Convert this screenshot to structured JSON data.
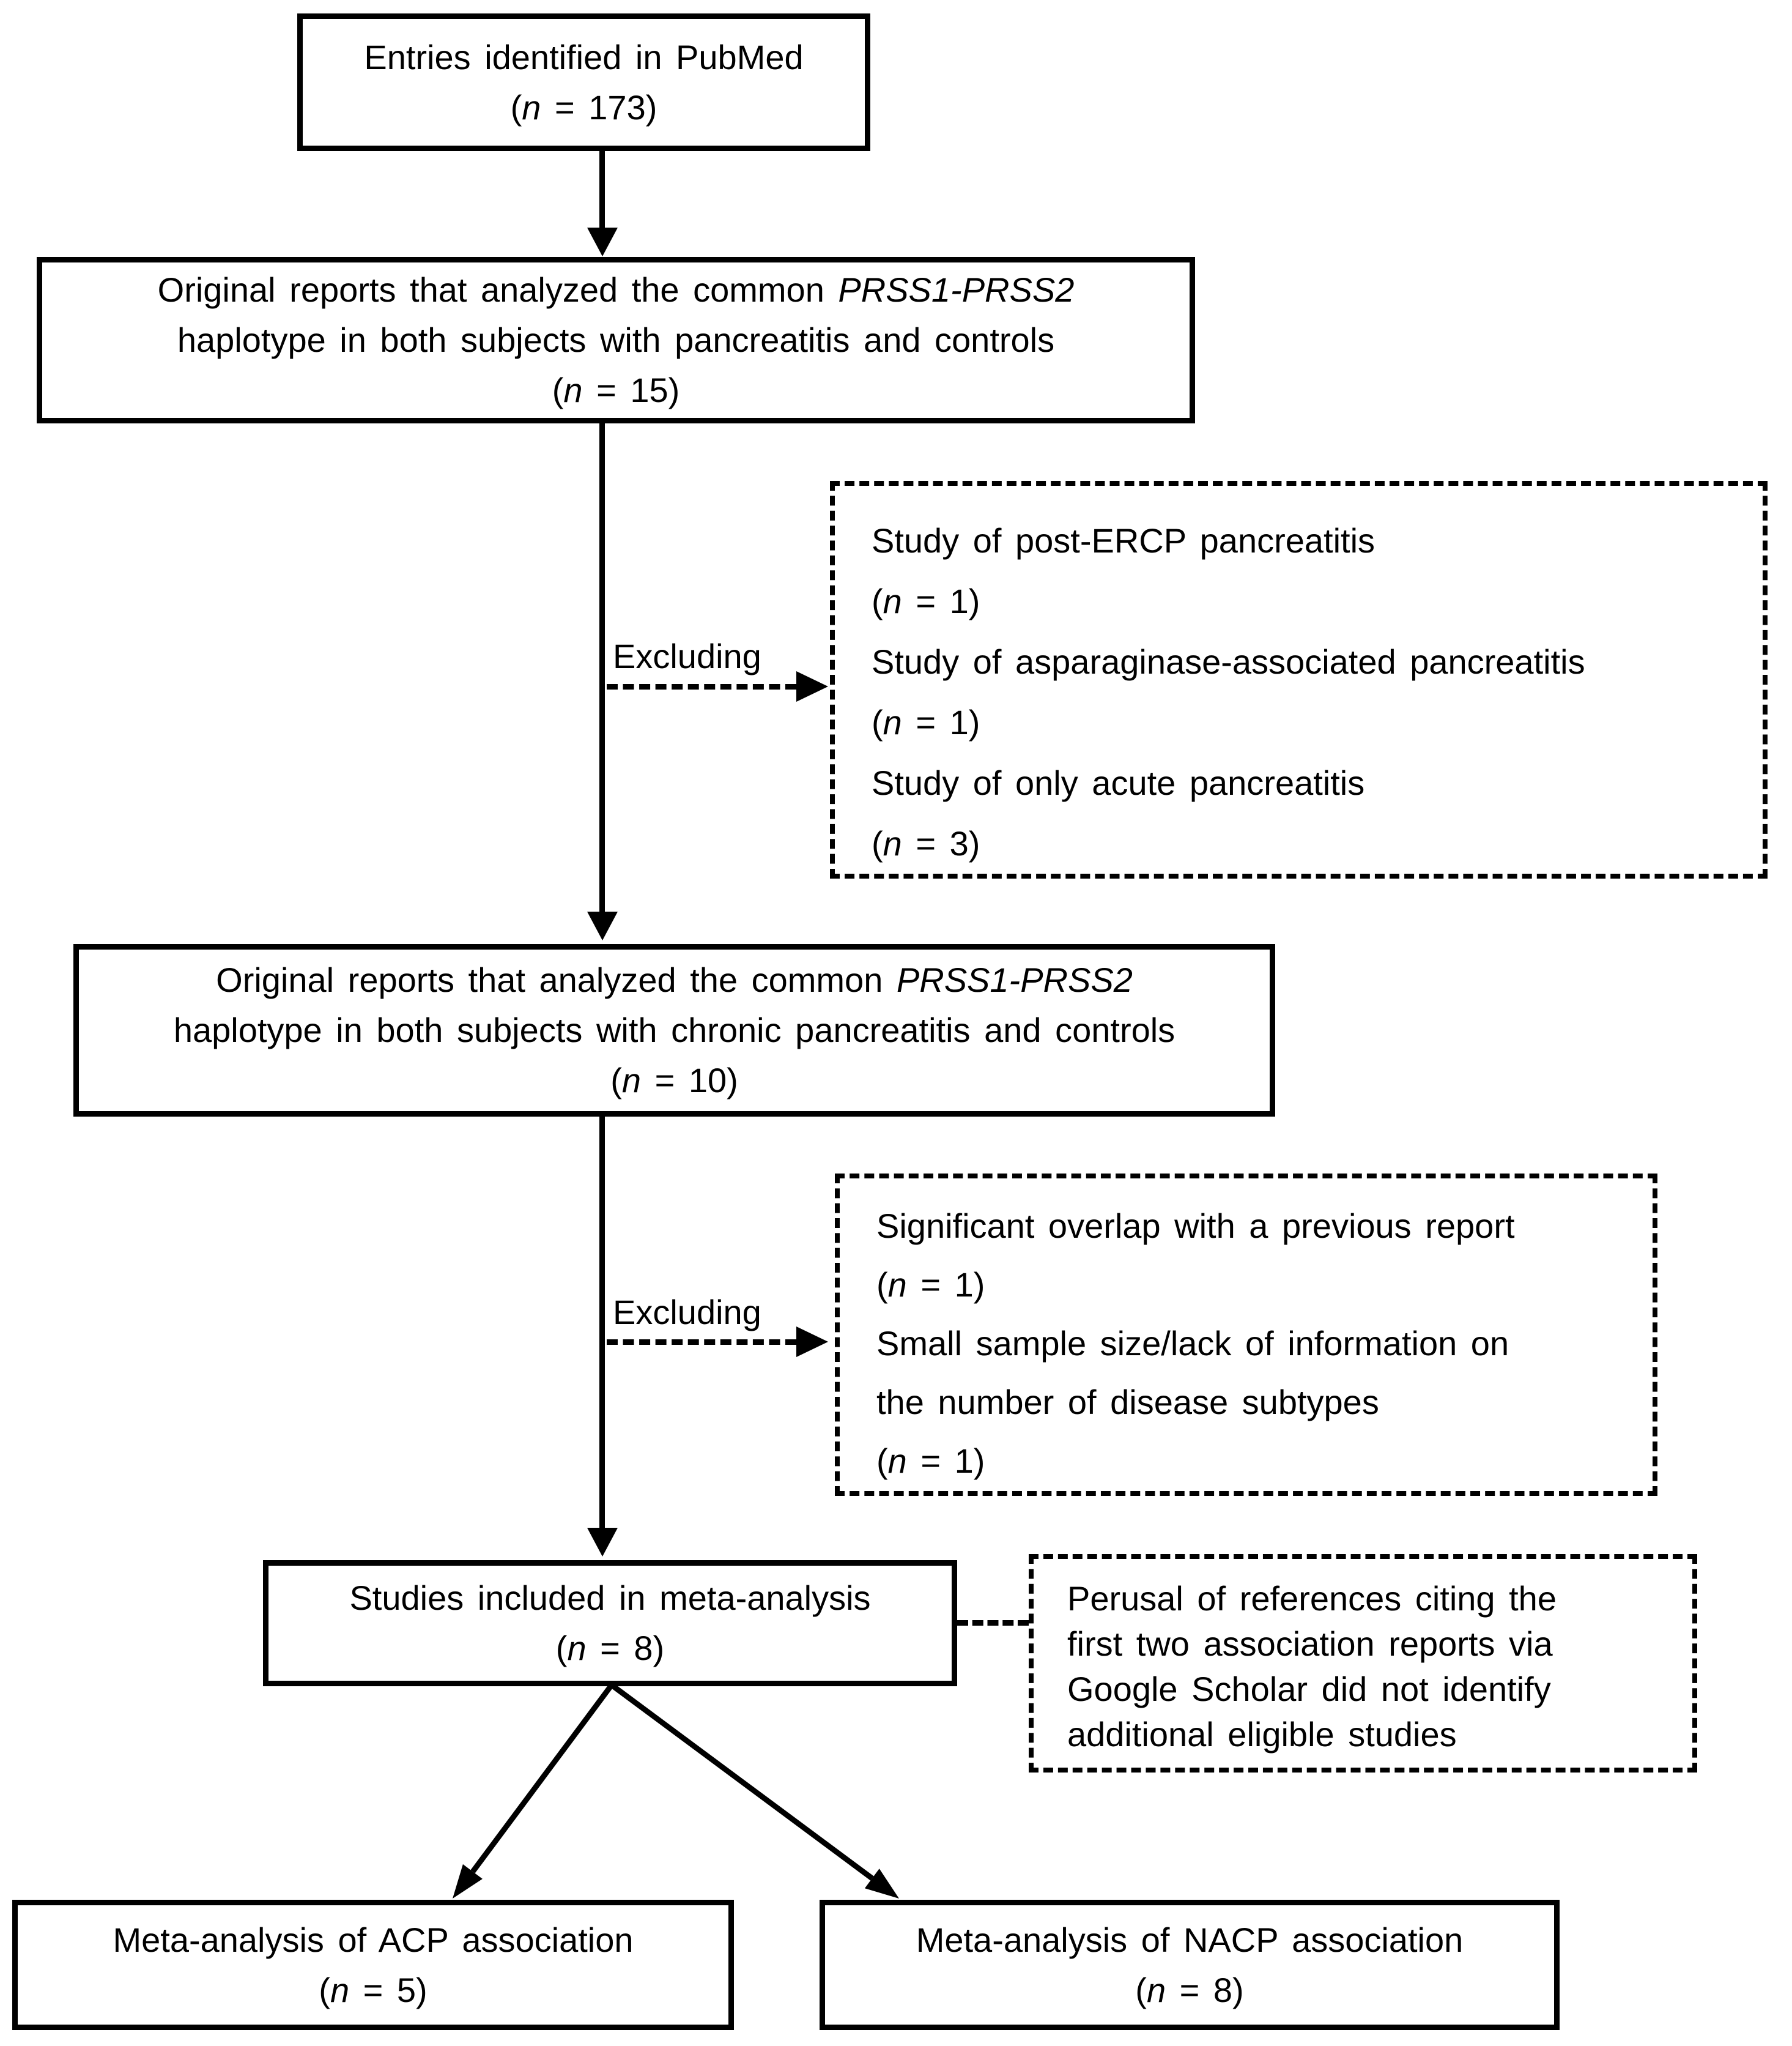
{
  "flow": {
    "colors": {
      "ink": "#000000",
      "background": "#ffffff"
    },
    "entries": {
      "lines": [
        {
          "pre": "Entries identified in PubMed",
          "it": "",
          "post": ""
        },
        {
          "pre": "(",
          "it": "n",
          "post": " = 173)"
        }
      ]
    },
    "reports_all": {
      "lines": [
        {
          "pre": "Original reports that analyzed the common ",
          "it": "PRSS1-PRSS2",
          "post": ""
        },
        {
          "pre": "haplotype in both subjects with pancreatitis and controls",
          "it": "",
          "post": ""
        },
        {
          "pre": "(",
          "it": "n",
          "post": " = 15)"
        }
      ]
    },
    "excluding1": "Excluding",
    "excluded_non_chronic": {
      "lines": [
        {
          "pre": "Study of post-ERCP pancreatitis",
          "it": "",
          "post": ""
        },
        {
          "pre": "(",
          "it": "n",
          "post": " = 1)"
        },
        {
          "pre": "Study of asparaginase-associated pancreatitis",
          "it": "",
          "post": ""
        },
        {
          "pre": "(",
          "it": "n",
          "post": " = 1)"
        },
        {
          "pre": "Study of only acute pancreatitis",
          "it": "",
          "post": ""
        },
        {
          "pre": "(",
          "it": "n",
          "post": " = 3)"
        }
      ]
    },
    "reports_chronic": {
      "lines": [
        {
          "pre": "Original reports that analyzed the common ",
          "it": "PRSS1-PRSS2",
          "post": ""
        },
        {
          "pre": "haplotype in both subjects with chronic pancreatitis and controls",
          "it": "",
          "post": ""
        },
        {
          "pre": "(",
          "it": "n",
          "post": " = 10)"
        }
      ]
    },
    "excluding2": "Excluding",
    "excluded_overlap_small": {
      "lines": [
        {
          "pre": "Significant overlap with a previous report",
          "it": "",
          "post": ""
        },
        {
          "pre": "(",
          "it": "n",
          "post": " = 1)"
        },
        {
          "pre": "Small sample size/lack of information on",
          "it": "",
          "post": ""
        },
        {
          "pre": "the number of disease subtypes",
          "it": "",
          "post": ""
        },
        {
          "pre": "(",
          "it": "n",
          "post": " = 1)"
        }
      ]
    },
    "included": {
      "lines": [
        {
          "pre": "Studies included in meta-analysis",
          "it": "",
          "post": ""
        },
        {
          "pre": "(",
          "it": "n",
          "post": " = 8)"
        }
      ]
    },
    "scholar_note": {
      "lines": [
        {
          "pre": "Perusal of references citing the",
          "it": "",
          "post": ""
        },
        {
          "pre": "first two association reports via",
          "it": "",
          "post": ""
        },
        {
          "pre": "Google Scholar did not identify",
          "it": "",
          "post": ""
        },
        {
          "pre": "additional eligible studies",
          "it": "",
          "post": ""
        }
      ]
    },
    "acp": {
      "lines": [
        {
          "pre": "Meta-analysis of ACP association",
          "it": "",
          "post": ""
        },
        {
          "pre": "(",
          "it": "n",
          "post": " = 5)"
        }
      ]
    },
    "nacp": {
      "lines": [
        {
          "pre": "Meta-analysis of NACP association",
          "it": "",
          "post": ""
        },
        {
          "pre": "(",
          "it": "n",
          "post": " = 8)"
        }
      ]
    }
  }
}
